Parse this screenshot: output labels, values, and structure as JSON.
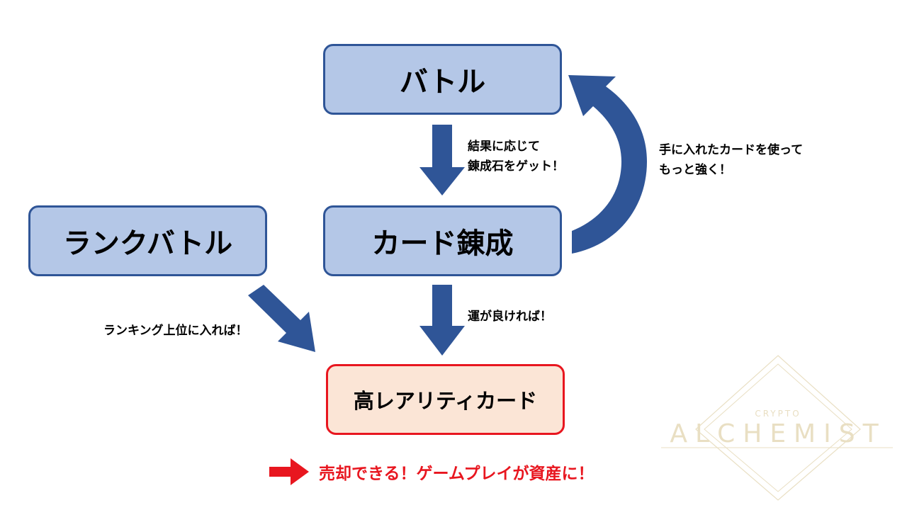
{
  "nodes": {
    "battle": "バトル",
    "card_alchemy": "カード錬成",
    "rank_battle": "ランクバトル",
    "high_rarity": "高レアリティカード"
  },
  "edge_labels": {
    "battle_to_alchemy_line1": "結果に応じて",
    "battle_to_alchemy_line2": "錬成石をゲット！",
    "alchemy_to_battle_line1": "手に入れたカードを使って",
    "alchemy_to_battle_line2": "もっと強く！",
    "alchemy_to_rare": "運が良ければ！",
    "rank_to_rare": "ランキング上位に入れば！"
  },
  "footer": {
    "text": "売却できる！ゲームプレイが資産に！"
  },
  "logo": {
    "small": "CRYPTO",
    "large": "ALCHEMIST"
  },
  "colors": {
    "box_fill": "#b4c7e7",
    "box_border": "#2f5597",
    "arrow": "#2f5597",
    "rare_fill": "#fbe5d6",
    "accent_red": "#e8161f",
    "logo_gold": "#e9dfc3"
  }
}
